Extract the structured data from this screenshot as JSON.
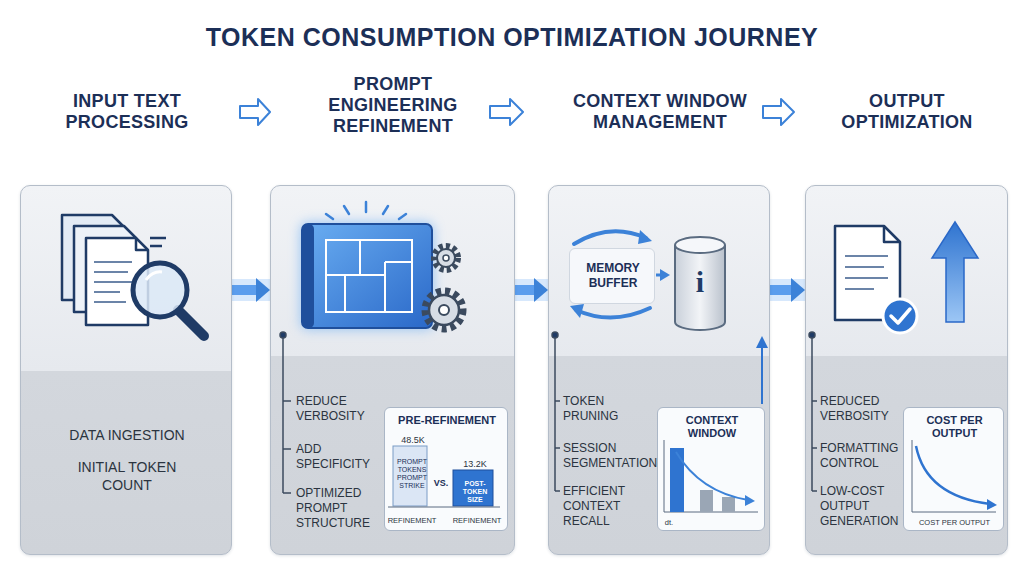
{
  "diagram": {
    "title": "TOKEN CONSUMPTION OPTIMIZATION JOURNEY",
    "nodes": [
      {
        "text": [
          "INPUT TEXT PROCESSING",
          "DATA INGESTION",
          "INITIAL TOKEN COUNT"
        ]
      },
      {
        "text": [
          "PROMPT ENGINEERING REFINEMENT",
          "REDUCE VERBOSITY",
          "ADD SPECIFICITY",
          "OPTIMIZED PROMPT STRUCTURE"
        ]
      },
      {
        "text": [
          "PRE-REFINEMENT",
          "48.5K",
          "PROMPT TOKENS PROMPT STRIKE",
          "VS.",
          "13.2K",
          "POST-TOKEN SIZE",
          "REFINEMENT",
          "REFINEMENT"
        ],
        "in": 1
      },
      {
        "text": [
          "CONTEXT WINDOW MANAGEMENT",
          "TOKEN PRUNING",
          "SESSION SEGMENTATION",
          "EFFICIENT CONTEXT RECALL"
        ]
      },
      {
        "text": [
          "MEMORY BUFFER"
        ],
        "in": 3
      },
      {
        "text": [
          "CONTEXT WINDOW",
          "dt."
        ],
        "in": 3
      },
      {
        "text": [
          "OUTPUT OPTIMIZATION",
          "REDUCED VERBOSITY",
          "FORMATTING CONTROL",
          "LOW-COST OUTPUT GENERATION"
        ]
      },
      {
        "text": [
          "COST PER OUTPUT",
          "COST PER OUTPUT"
        ],
        "in": 6
      }
    ],
    "edges": [
      {
        "from": 0,
        "to": 1,
        "arrow": "to"
      },
      {
        "from": 1,
        "to": 3,
        "arrow": "to"
      },
      {
        "from": 3,
        "to": 6,
        "arrow": "to"
      }
    ],
    "labels": [
      "i"
    ]
  }
}
